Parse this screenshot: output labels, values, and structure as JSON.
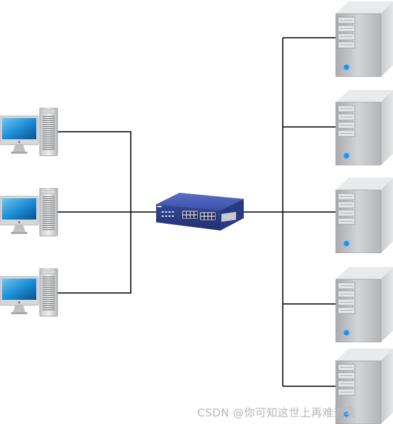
{
  "diagram": {
    "nodes": [
      {
        "id": "workstation-1",
        "kind": "workstation"
      },
      {
        "id": "workstation-2",
        "kind": "workstation"
      },
      {
        "id": "workstation-3",
        "kind": "workstation"
      },
      {
        "id": "network-switch",
        "kind": "switch"
      },
      {
        "id": "server-1",
        "kind": "server"
      },
      {
        "id": "server-2",
        "kind": "server"
      },
      {
        "id": "server-3",
        "kind": "server"
      },
      {
        "id": "server-4",
        "kind": "server"
      },
      {
        "id": "server-5",
        "kind": "server"
      }
    ],
    "edges": [
      {
        "from": "workstation-1",
        "to": "network-switch"
      },
      {
        "from": "workstation-2",
        "to": "network-switch"
      },
      {
        "from": "workstation-3",
        "to": "network-switch"
      },
      {
        "from": "network-switch",
        "to": "server-1"
      },
      {
        "from": "network-switch",
        "to": "server-2"
      },
      {
        "from": "network-switch",
        "to": "server-3"
      },
      {
        "from": "network-switch",
        "to": "server-4"
      },
      {
        "from": "network-switch",
        "to": "server-5"
      }
    ],
    "colors": {
      "line": "#1a1a1a",
      "switch_body": "#3a4fa8",
      "server_body": "#c9cacc",
      "monitor_screen": "#1e8fd6"
    }
  },
  "watermark": "CSDN @你可知这世上再难遇我"
}
